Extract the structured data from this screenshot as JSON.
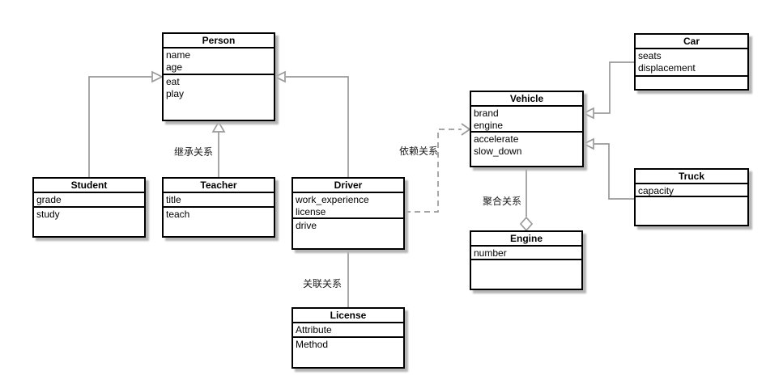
{
  "diagram": {
    "classes": {
      "person": {
        "name": "Person",
        "attributes": [
          "name",
          "age"
        ],
        "methods": [
          "eat",
          "play"
        ]
      },
      "student": {
        "name": "Student",
        "attributes": [
          "grade"
        ],
        "methods": [
          "study"
        ]
      },
      "teacher": {
        "name": "Teacher",
        "attributes": [
          "title"
        ],
        "methods": [
          "teach"
        ]
      },
      "driver": {
        "name": "Driver",
        "attributes": [
          "work_experience",
          "license"
        ],
        "methods": [
          "drive"
        ]
      },
      "vehicle": {
        "name": "Vehicle",
        "attributes": [
          "brand",
          "engine"
        ],
        "methods": [
          "accelerate",
          "slow_down"
        ]
      },
      "car": {
        "name": "Car",
        "attributes": [
          "seats",
          "displacement"
        ],
        "methods": []
      },
      "truck": {
        "name": "Truck",
        "attributes": [
          "capacity"
        ],
        "methods": []
      },
      "engine": {
        "name": "Engine",
        "attributes": [
          "number"
        ],
        "methods": []
      },
      "license": {
        "name": "License",
        "attributes": [
          "Attribute"
        ],
        "methods": [
          "Method"
        ]
      }
    },
    "relationship_labels": {
      "inheritance": "继承关系",
      "dependency": "依赖关系",
      "association": "关联关系",
      "aggregation": "聚合关系"
    },
    "colors": {
      "line": "#999999",
      "box_border": "#000000",
      "box_fill": "#ffffff",
      "background": "#ffffff"
    }
  }
}
